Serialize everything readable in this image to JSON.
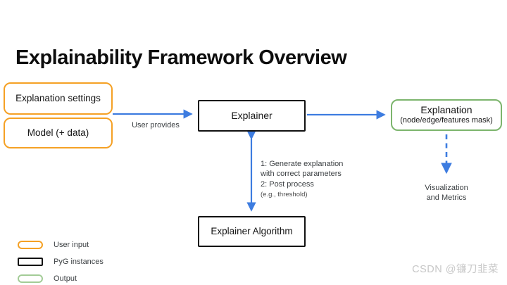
{
  "title": "Explainability Framework Overview",
  "colors": {
    "user_input_orange": "#F5A125",
    "pyg_instance_black": "#111111",
    "output_green": "#7CB56D",
    "legend_green_light": "#A3CC97",
    "arrow_blue": "#3D7CE0",
    "note_text_gray": "#3C4043",
    "watermark_gray": "#C7C7C7"
  },
  "nodes": {
    "explanation_settings": {
      "label": "Explanation settings"
    },
    "model": {
      "label": "Model (+ data)"
    },
    "explainer": {
      "label": "Explainer"
    },
    "explanation": {
      "label": "Explanation",
      "sublabel": "(node/edge/features mask)"
    },
    "explainer_algorithm": {
      "label": "Explainer Algorithm"
    },
    "visualization": {
      "line1": "Visualization",
      "line2": "and Metrics"
    }
  },
  "edges": {
    "user_provides_label": "User provides",
    "process_note": {
      "line1": "1: Generate explanation",
      "line2": "with correct parameters",
      "line3": "2: Post process",
      "line4": "(e.g., threshold)"
    }
  },
  "legend": {
    "items": [
      {
        "label": "User input",
        "swatch": "orange-rounded"
      },
      {
        "label": "PyG instances",
        "swatch": "black-rect"
      },
      {
        "label": "Output",
        "swatch": "green-rounded"
      }
    ]
  },
  "watermark": "CSDN @镰刀韭菜"
}
